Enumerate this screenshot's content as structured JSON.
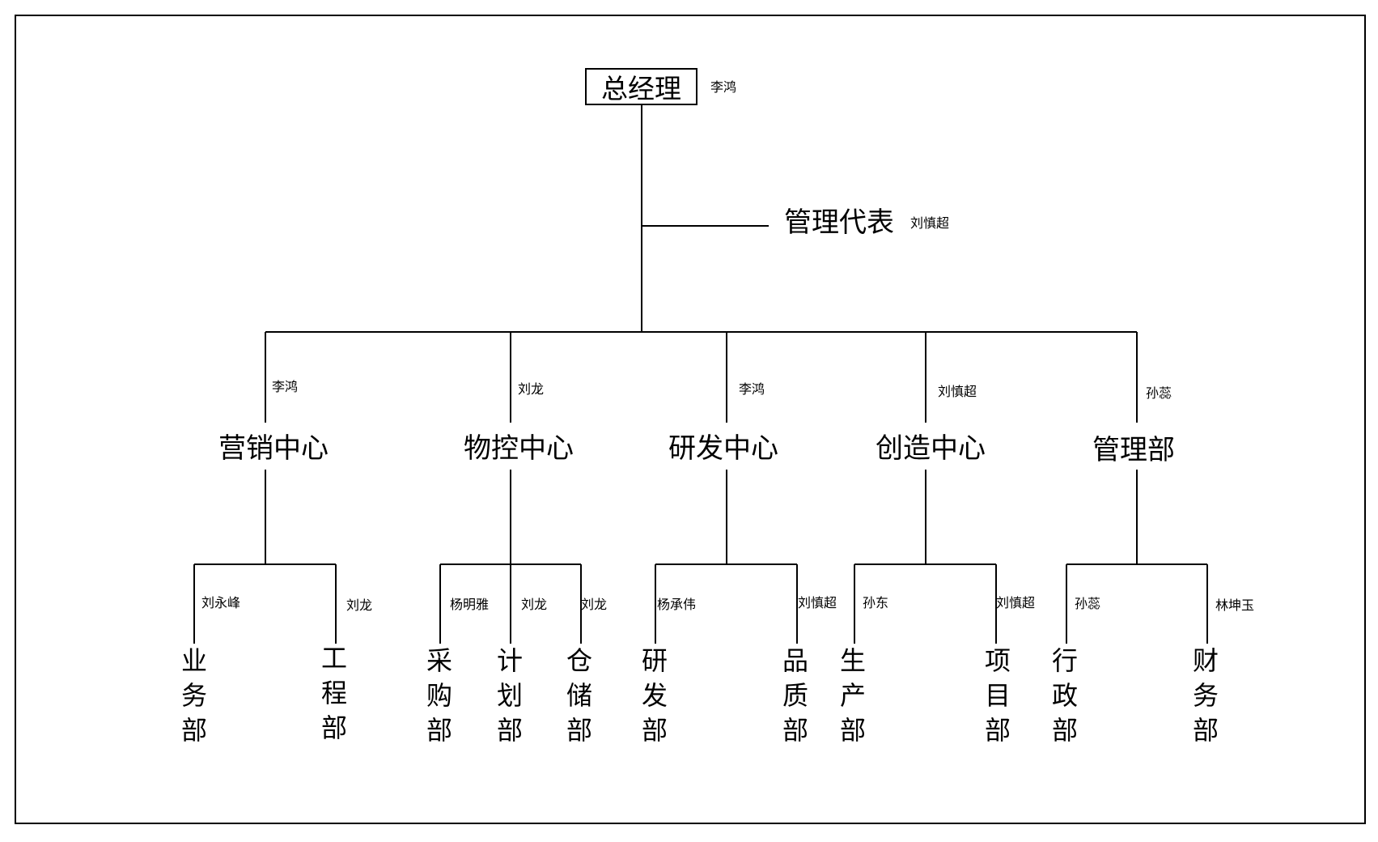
{
  "root": {
    "title": "总经理",
    "person": "李鸿"
  },
  "management_rep": {
    "title": "管理代表",
    "person": "刘慎超"
  },
  "centers": [
    {
      "title": "营销中心",
      "person": "李鸿",
      "departments": [
        {
          "title": "业务部",
          "person": "刘永峰"
        },
        {
          "title": "工程部",
          "person": "刘龙"
        }
      ]
    },
    {
      "title": "物控中心",
      "person": "刘龙",
      "departments": [
        {
          "title": "采购部",
          "person": "杨明雅"
        },
        {
          "title": "计划部",
          "person": "刘龙"
        },
        {
          "title": "仓储部",
          "person": "刘龙"
        }
      ]
    },
    {
      "title": "研发中心",
      "person": "李鸿",
      "departments": [
        {
          "title": "研发部",
          "person": "杨承伟"
        },
        {
          "title": "品质部",
          "person": "刘慎超"
        }
      ]
    },
    {
      "title": "创造中心",
      "person": "刘慎超",
      "departments": [
        {
          "title": "生产部",
          "person": "孙东"
        },
        {
          "title": "项目部",
          "person": "刘慎超"
        }
      ]
    },
    {
      "title": "管理部",
      "person": "孙蕊",
      "departments": [
        {
          "title": "行政部",
          "person": "孙蕊"
        },
        {
          "title": "财务部",
          "person": "林坤玉"
        }
      ]
    }
  ]
}
